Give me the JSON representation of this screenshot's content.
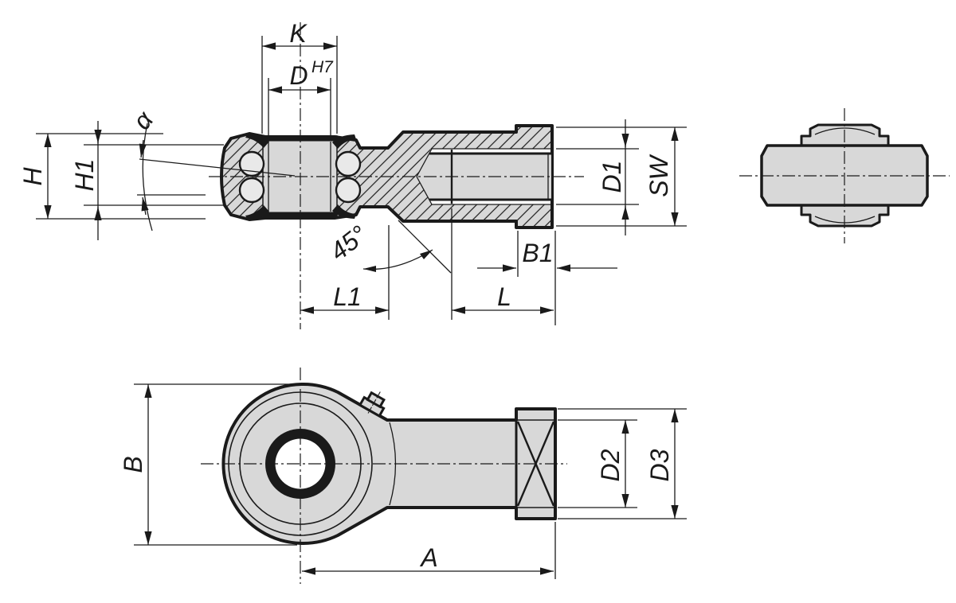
{
  "drawing": {
    "type": "technical-drawing",
    "subject": "Rod end with ball bearing and internal thread - dimensional drawing",
    "colors": {
      "background": "#ffffff",
      "part_fill": "#d8d8d8",
      "ball_fill": "#e9e9e9",
      "line": "#1a1a1a"
    },
    "views": {
      "section_view": "Sectioned side view of rod end with ball bearing and threaded shank",
      "front_view": "Front view of rod end head with hex collar",
      "side_view": "End view of bearing head"
    },
    "dimension_labels": {
      "K": "K",
      "D": "D",
      "D_tolerance": "H7",
      "H": "H",
      "H1": "H1",
      "alpha": "α",
      "D1": "D1",
      "SW": "SW",
      "B1": "B1",
      "L1": "L1",
      "L": "L",
      "chamfer_angle": "45°",
      "B": "B",
      "D2": "D2",
      "D3": "D3",
      "A": "A"
    }
  }
}
